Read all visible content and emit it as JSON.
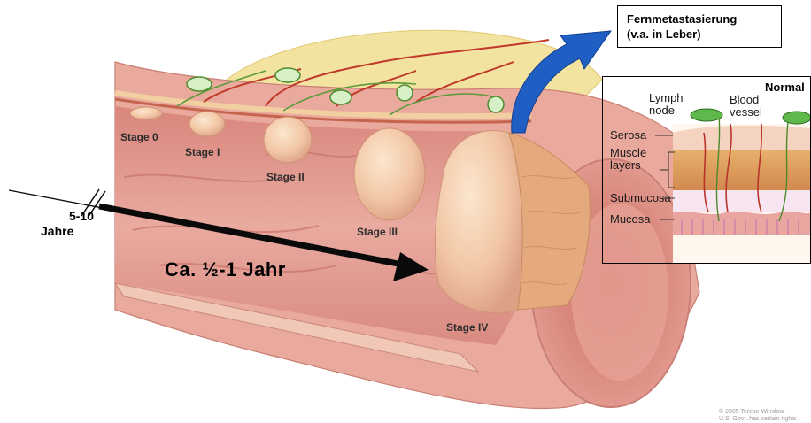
{
  "stages": [
    "Stage 0",
    "Stage I",
    "Stage II",
    "Stage III",
    "Stage IV"
  ],
  "progression": {
    "early_duration": "5-10 Jahre",
    "late_duration": "Ca. ½-1 Jahr"
  },
  "metastasis_callout": {
    "line1": "Fernmetastasierung",
    "line2": "(v.a. in Leber)"
  },
  "inset": {
    "title": "Normal",
    "lymph_node": [
      "Lymph",
      "node"
    ],
    "blood_vessel": [
      "Blood",
      "vessel"
    ],
    "layers": {
      "serosa": "Serosa",
      "muscle": [
        "Muscle",
        "layers"
      ],
      "submucosa": "Submucosa",
      "mucosa": "Mucosa"
    }
  },
  "copyright": [
    "© 2005 Terese Winslow",
    "U.S. Govt. has certain rights"
  ],
  "colors": {
    "arrow": "#0a0a0a",
    "metastasis_arrow": "#1f5fc4",
    "tissue": "#e8a59b",
    "tumor": "#f2c9a6",
    "fat": "#f3e3a0"
  }
}
